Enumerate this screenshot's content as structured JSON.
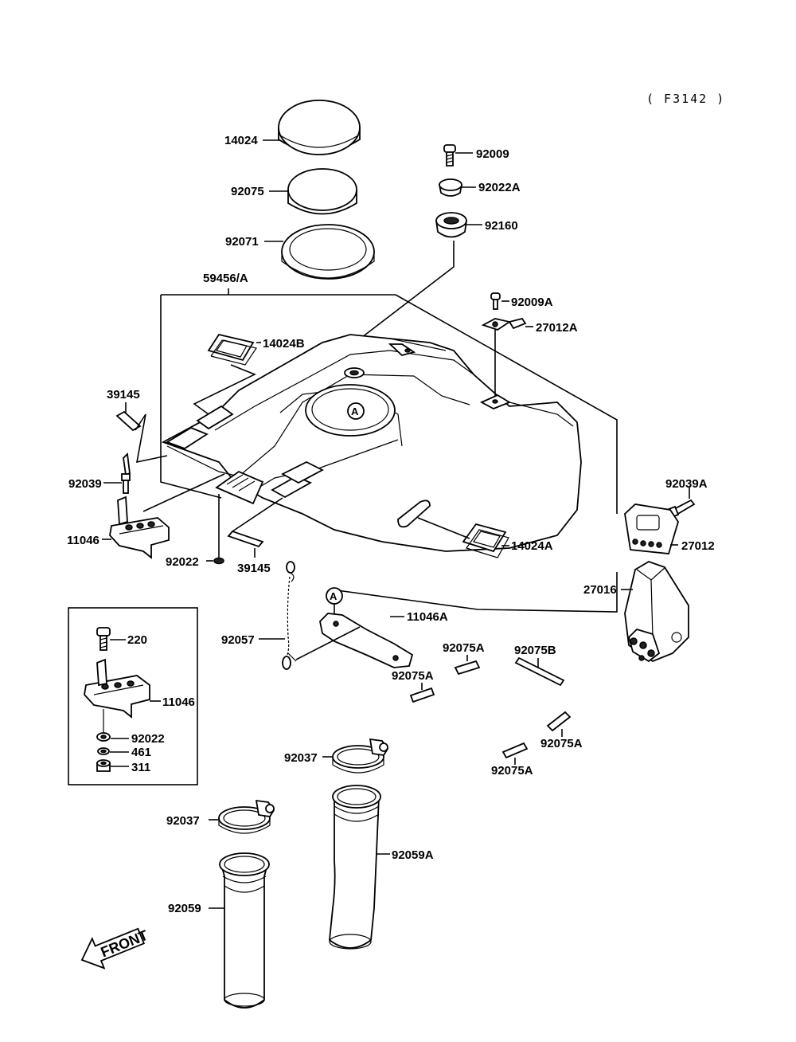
{
  "figure_code": "( F3142 )",
  "front_label": "FRONT",
  "ref_marker": "A",
  "parts": {
    "p14024": "14024",
    "p92075": "92075",
    "p92071": "92071",
    "p92009": "92009",
    "p92022A": "92022A",
    "p92160": "92160",
    "p59456A": "59456/A",
    "p92009A": "92009A",
    "p27012A": "27012A",
    "p14024B": "14024B",
    "p39145_top": "39145",
    "p92039": "92039",
    "p11046_left": "11046",
    "p92022_main": "92022",
    "p39145_bottom": "39145",
    "p14024A": "14024A",
    "p92039A": "92039A",
    "p27012": "27012",
    "p27016": "27016",
    "p11046A": "11046A",
    "p92057": "92057",
    "p220": "220",
    "p11046_inset": "11046",
    "p92022_inset": "92022",
    "p461": "461",
    "p311": "311",
    "p92075A_1": "92075A",
    "p92075B": "92075B",
    "p92075A_2": "92075A",
    "p92075A_3": "92075A",
    "p92075A_4": "92075A",
    "p92037_right": "92037",
    "p92037_left": "92037",
    "p92059A": "92059A",
    "p92059": "92059"
  }
}
